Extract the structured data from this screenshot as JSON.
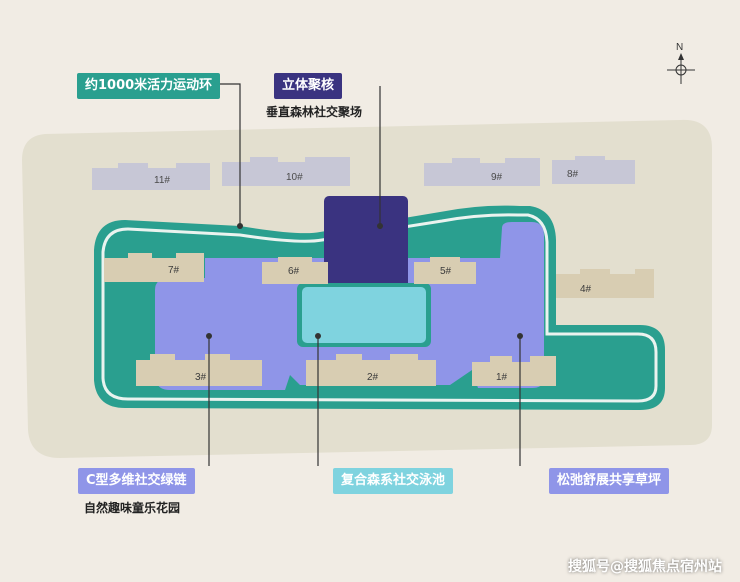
{
  "callouts": {
    "loop": {
      "label": "约1000米活力运动环"
    },
    "core": {
      "label": "立体聚核",
      "caption": "垂直森林社交聚场"
    },
    "green": {
      "label": "C型多维社交绿链",
      "caption": "自然趣味童乐花园"
    },
    "pool": {
      "label": "复合森系社交泳池"
    },
    "lawn": {
      "label": "松弛舒展共享草坪"
    }
  },
  "buildings": [
    "11#",
    "10#",
    "9#",
    "8#",
    "7#",
    "6#",
    "5#",
    "4#",
    "3#",
    "2#",
    "1#"
  ],
  "compass": {
    "label": "N"
  },
  "watermark": "搜狐号@搜狐焦点宿州站",
  "colors": {
    "background": "#f1ece4",
    "site": "#e3dfcf",
    "loop_path": "#2a9f8f",
    "green_chain": "#8f95e8",
    "core": "#3a3380",
    "pool": "#7fd3df",
    "building_north": "#c7c7d6",
    "building_south": "#d8cdb2"
  }
}
